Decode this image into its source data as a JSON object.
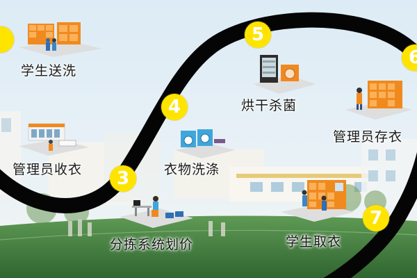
{
  "colors": {
    "path": "#050505",
    "badge_fill": "#ffe400",
    "badge_text": "#ffffff",
    "locker_orange": "#f08a1e",
    "washer_blue": "#3fa6dc",
    "sky": "#cfe6f4",
    "field_green": "#3f7a3a"
  },
  "steps": [
    {
      "number": "",
      "label": "学生送洗",
      "icon": "orange-locker-students-icon"
    },
    {
      "number": "",
      "label": "管理员收衣",
      "icon": "cart-with-staff-icon"
    },
    {
      "number": "3",
      "label": "分拣系统划价",
      "icon": "sorting-desk-icon"
    },
    {
      "number": "4",
      "label": "衣物洗涤",
      "icon": "washing-machines-icon"
    },
    {
      "number": "5",
      "label": "烘干杀菌",
      "icon": "dryer-cabinet-icon"
    },
    {
      "number": "6",
      "label": "管理员存衣",
      "icon": "orange-locker-staff-icon"
    },
    {
      "number": "7",
      "label": "学生取衣",
      "icon": "pickup-locker-students-icon"
    }
  ]
}
